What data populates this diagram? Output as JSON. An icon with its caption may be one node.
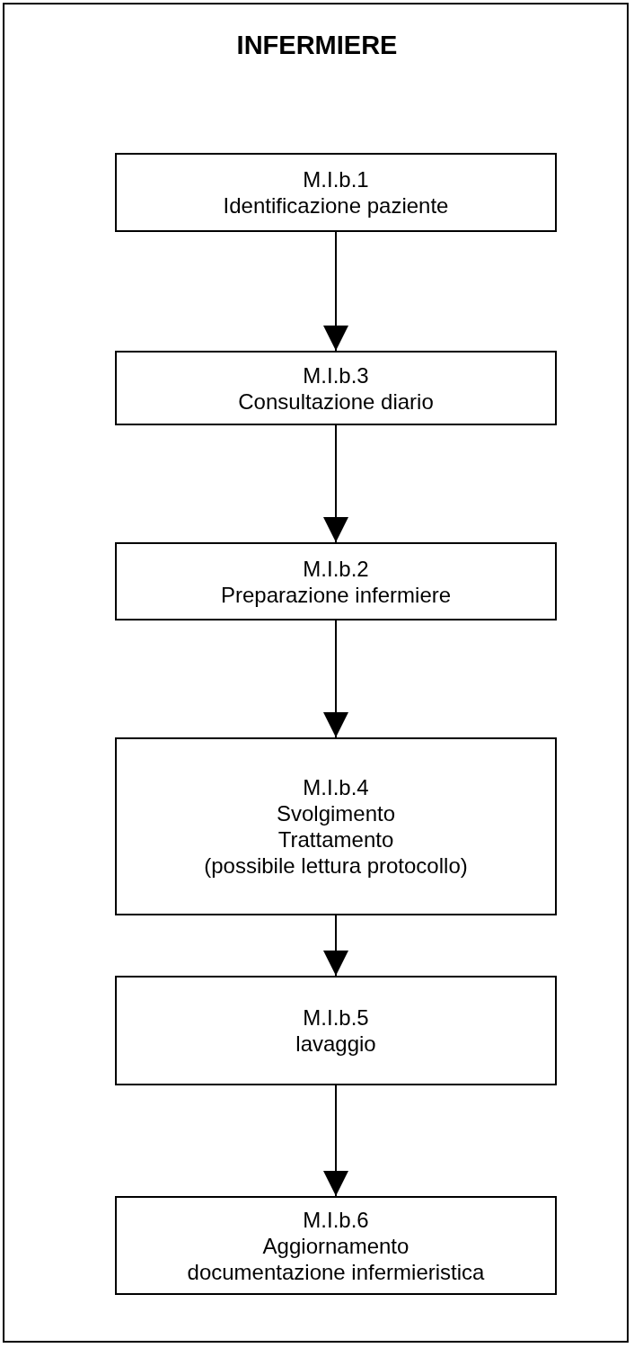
{
  "diagram": {
    "title": "INFERMIERE",
    "nodes": [
      {
        "text": [
          "M.I.b.1",
          "Identificazione paziente"
        ]
      },
      {
        "text": [
          "M.I.b.3",
          "Consultazione diario"
        ]
      },
      {
        "text": [
          "M.I.b.2",
          "Preparazione infermiere"
        ]
      },
      {
        "text": [
          "M.I.b.4",
          "Svolgimento",
          "Trattamento",
          "(possibile lettura protocollo)"
        ]
      },
      {
        "text": [
          "M.I.b.5",
          "lavaggio"
        ]
      },
      {
        "text": [
          "M.I.b.6",
          "Aggiornamento",
          "documentazione infermieristica"
        ]
      }
    ],
    "edges": [
      {
        "from": 0,
        "to": 1,
        "arrow": "to"
      },
      {
        "from": 1,
        "to": 2,
        "arrow": "to"
      },
      {
        "from": 2,
        "to": 3,
        "arrow": "to"
      },
      {
        "from": 3,
        "to": 4,
        "arrow": "to"
      },
      {
        "from": 4,
        "to": 5,
        "arrow": "to"
      }
    ]
  }
}
